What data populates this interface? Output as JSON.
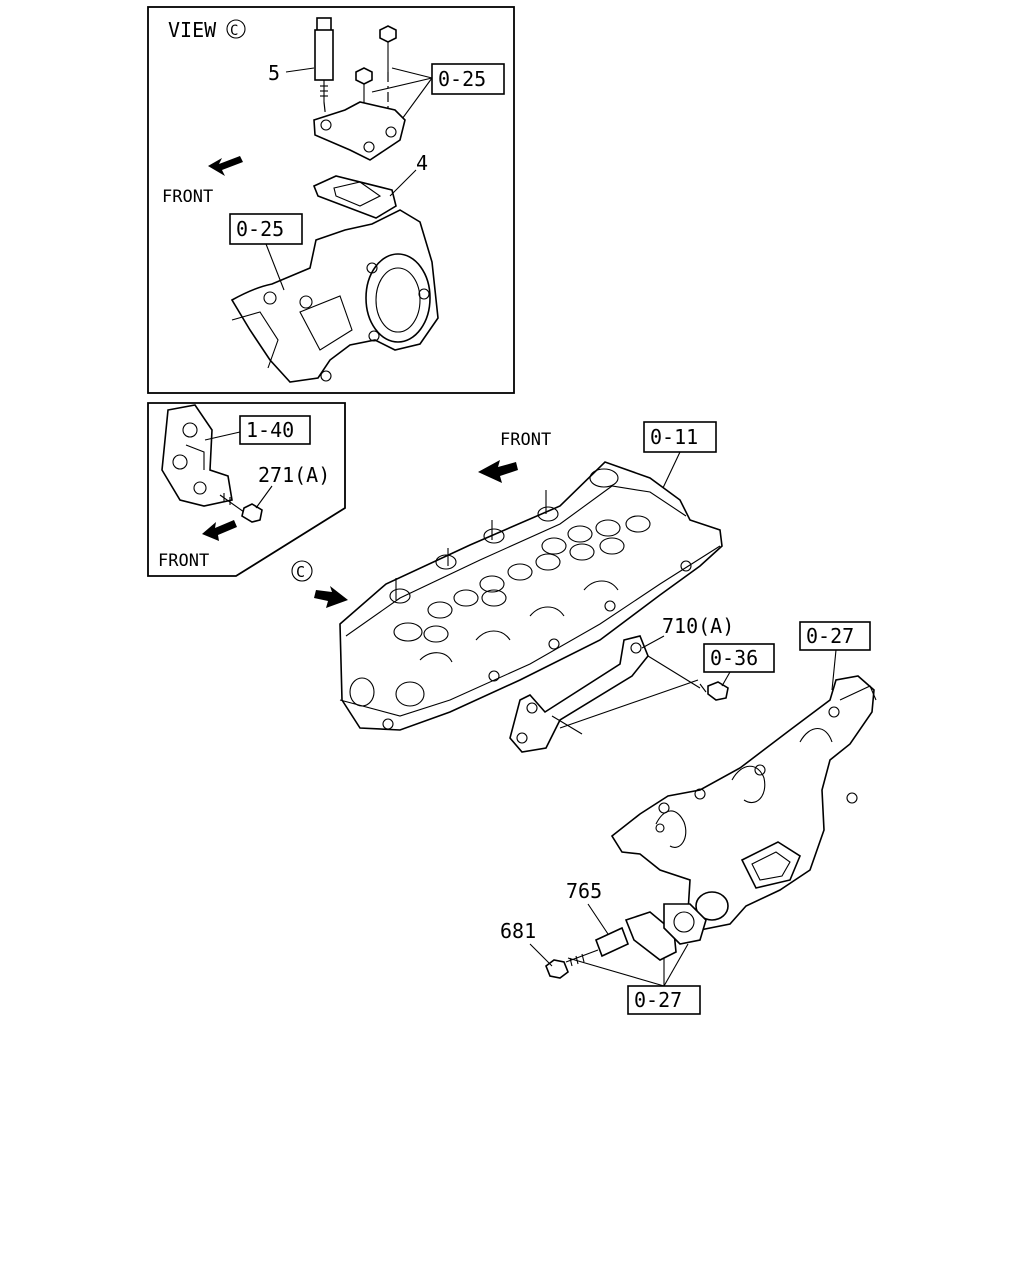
{
  "view_c": {
    "title": "VIEW",
    "circle_letter": "C",
    "front_label": "FRONT",
    "callouts": {
      "part5": "5",
      "part4": "4",
      "ref_bolts": "0-25",
      "ref_housing": "0-25"
    }
  },
  "bracket_inset": {
    "ref": "1-40",
    "bolt_label": "271(A)",
    "front_label": "FRONT"
  },
  "main": {
    "front_label": "FRONT",
    "view_marker": "C",
    "ref_head": "0-11",
    "bracket_label": "710(A)",
    "ref_bolt": "0-36",
    "ref_manifold": "0-27",
    "stud_label": "765",
    "nut_label": "681",
    "ref_gasket_nut": "0-27"
  }
}
